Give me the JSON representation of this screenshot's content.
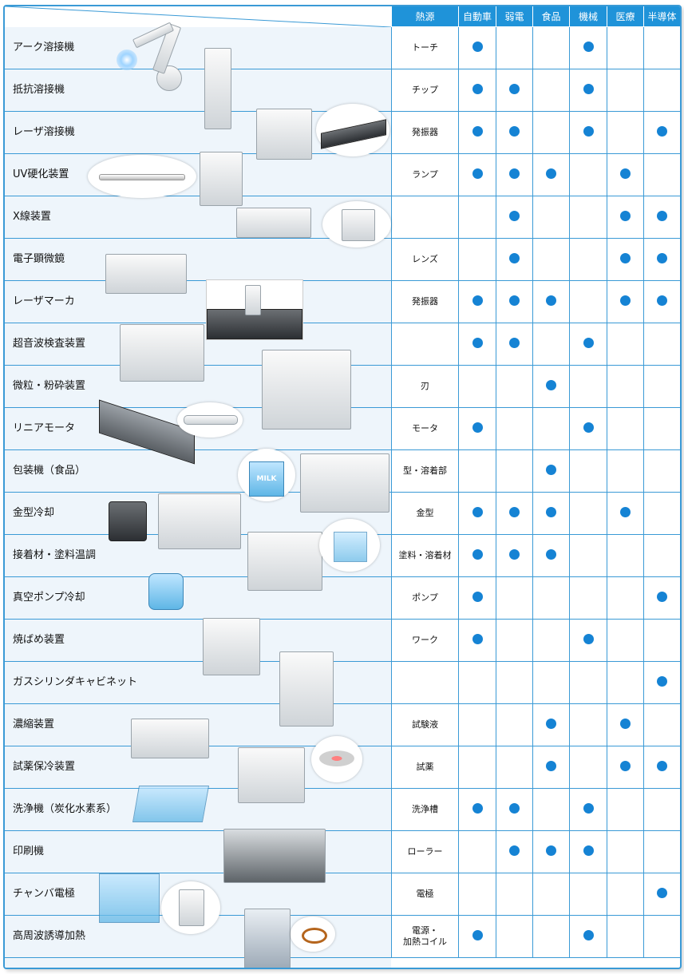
{
  "headers": [
    "熱源",
    "自動車",
    "弱電",
    "食品",
    "機械",
    "医療",
    "半導体"
  ],
  "rows": [
    {
      "name": "アーク溶接機",
      "source": "トーチ",
      "marks": [
        1,
        0,
        0,
        1,
        0,
        0
      ]
    },
    {
      "name": "抵抗溶接機",
      "source": "チップ",
      "marks": [
        1,
        1,
        0,
        1,
        0,
        0
      ]
    },
    {
      "name": "レーザ溶接機",
      "source": "発振器",
      "marks": [
        1,
        1,
        0,
        1,
        0,
        1
      ]
    },
    {
      "name": "UV硬化装置",
      "source": "ランプ",
      "marks": [
        1,
        1,
        1,
        0,
        1,
        0
      ]
    },
    {
      "name": "X線装置",
      "source": "",
      "marks": [
        0,
        1,
        0,
        0,
        1,
        1
      ]
    },
    {
      "name": "電子顕微鏡",
      "source": "レンズ",
      "marks": [
        0,
        1,
        0,
        0,
        1,
        1
      ]
    },
    {
      "name": "レーザマーカ",
      "source": "発振器",
      "marks": [
        1,
        1,
        1,
        0,
        1,
        1
      ]
    },
    {
      "name": "超音波検査装置",
      "source": "",
      "marks": [
        1,
        1,
        0,
        1,
        0,
        0
      ]
    },
    {
      "name": "微粒・粉砕装置",
      "source": "刃",
      "marks": [
        0,
        0,
        1,
        0,
        0,
        0
      ]
    },
    {
      "name": "リニアモータ",
      "source": "モータ",
      "marks": [
        1,
        0,
        0,
        1,
        0,
        0
      ]
    },
    {
      "name": "包装機（食品）",
      "source": "型・溶着部",
      "marks": [
        0,
        0,
        1,
        0,
        0,
        0
      ]
    },
    {
      "name": "金型冷却",
      "source": "金型",
      "marks": [
        1,
        1,
        1,
        0,
        1,
        0
      ]
    },
    {
      "name": "接着材・塗料温調",
      "source": "塗料・溶着材",
      "marks": [
        1,
        1,
        1,
        0,
        0,
        0
      ]
    },
    {
      "name": "真空ポンプ冷却",
      "source": "ポンプ",
      "marks": [
        1,
        0,
        0,
        0,
        0,
        1
      ]
    },
    {
      "name": "焼ばめ装置",
      "source": "ワーク",
      "marks": [
        1,
        0,
        0,
        1,
        0,
        0
      ]
    },
    {
      "name": "ガスシリンダキャビネット",
      "source": "",
      "marks": [
        0,
        0,
        0,
        0,
        0,
        1
      ]
    },
    {
      "name": "濃縮装置",
      "source": "試験液",
      "marks": [
        0,
        0,
        1,
        0,
        1,
        0
      ]
    },
    {
      "name": "試薬保冷装置",
      "source": "試薬",
      "marks": [
        0,
        0,
        1,
        0,
        1,
        1
      ]
    },
    {
      "name": "洗浄機（炭化水素系）",
      "source": "洗浄槽",
      "marks": [
        1,
        1,
        0,
        1,
        0,
        0
      ]
    },
    {
      "name": "印刷機",
      "source": "ローラー",
      "marks": [
        0,
        1,
        1,
        1,
        0,
        0
      ]
    },
    {
      "name": "チャンバ電極",
      "source": "電極",
      "marks": [
        0,
        0,
        0,
        0,
        0,
        1
      ]
    },
    {
      "name": "高周波誘導加熱",
      "source": "電源・\n加熱コイル",
      "marks": [
        1,
        0,
        0,
        1,
        0,
        0
      ]
    }
  ],
  "milk_label": "MILK",
  "colors": {
    "accent": "#1f93d9",
    "dot": "#1583d4",
    "border": "#3a9ad6"
  }
}
